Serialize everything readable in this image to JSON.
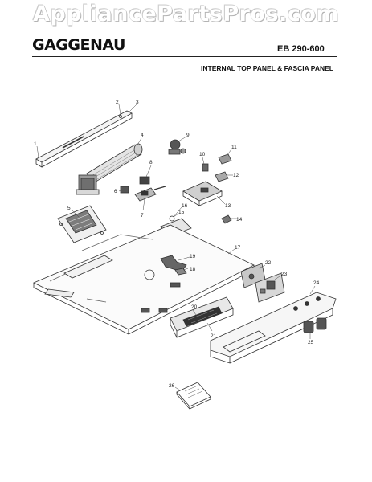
{
  "watermark": "AppliancePartsPros.com",
  "brand": "GAGGENAU",
  "model": "EB 290-600",
  "section_title": "INTERNAL TOP PANEL & FASCIA PANEL",
  "manual_label": "",
  "callouts": [
    "1",
    "2",
    "3",
    "4",
    "5",
    "6",
    "7",
    "8",
    "9",
    "10",
    "11",
    "12",
    "13",
    "14",
    "15",
    "16",
    "17",
    "18",
    "19",
    "20",
    "21",
    "22",
    "23",
    "24",
    "25",
    "26"
  ]
}
